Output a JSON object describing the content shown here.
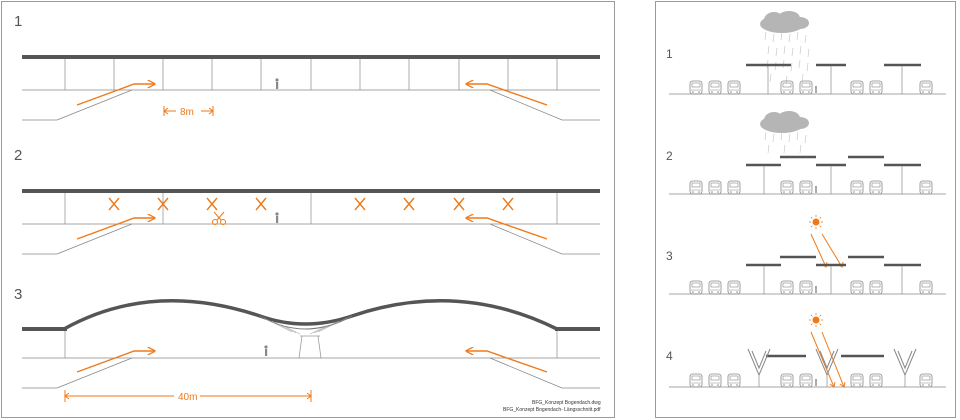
{
  "left": {
    "steps": [
      "1",
      "2",
      "3"
    ],
    "dimension_8m": "8m",
    "dimension_40m": "40m",
    "file_names": [
      "BFG_Konzept Bogendach.dwg",
      "BFG_Konzept Bogendach- Längsschnitt.pdf"
    ]
  },
  "right": {
    "steps": [
      "1",
      "2",
      "3",
      "4"
    ]
  },
  "colors": {
    "accent": "#f07a1a",
    "line": "#888888",
    "roof": "#555555",
    "cloud": "#b5b5b5",
    "rain": "#c8c8c8"
  }
}
